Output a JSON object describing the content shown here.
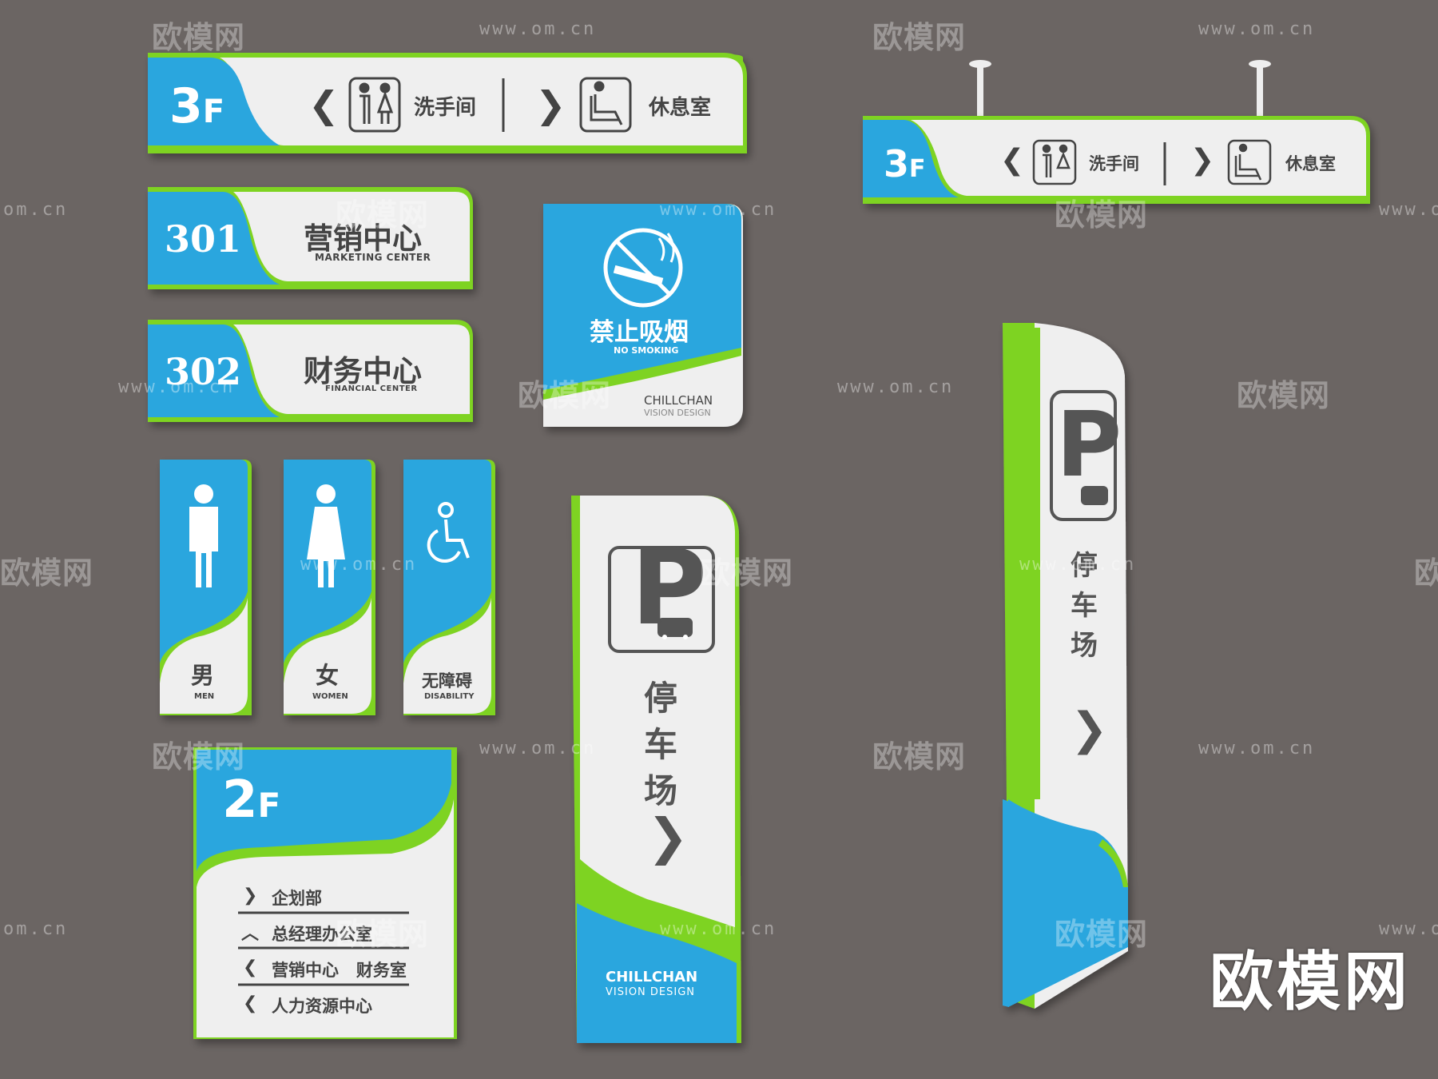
{
  "colors": {
    "background": "#6b6563",
    "blue": "#2ba6de",
    "green": "#7ed321",
    "white": "#eeeeee",
    "text": "#444444"
  },
  "watermark": {
    "logo_text": "欧模网",
    "url_text": "www.om.cn",
    "url_short": "om.cn",
    "big_brand": "欧模网"
  },
  "sign_3f_large": {
    "floor_prefix": "3",
    "floor_suffix": "F",
    "left_arrow": "❮",
    "restroom_label": "洗手间",
    "right_arrow": "❯",
    "lounge_label": "休息室",
    "restroom_icon": "restroom-icon",
    "lounge_icon": "seat-icon"
  },
  "sign_3f_hanging": {
    "floor_prefix": "3",
    "floor_suffix": "F",
    "left_arrow": "❮",
    "restroom_label": "洗手间",
    "right_arrow": "❯",
    "lounge_label": "休息室"
  },
  "room_301": {
    "number": "301",
    "title_cn": "营销中心",
    "title_en": "MARKETING CENTER"
  },
  "room_302": {
    "number": "302",
    "title_cn": "财务中心",
    "title_en": "FINANCIAL CENTER"
  },
  "no_smoking": {
    "title_cn": "禁止吸烟",
    "title_en": "NO SMOKING",
    "brand": "CHILLCHAN",
    "brand_sub": "VISION DESIGN",
    "icon": "no-smoking-icon"
  },
  "toilets": [
    {
      "cn": "男",
      "en": "MEN",
      "icon": "man-icon"
    },
    {
      "cn": "女",
      "en": "WOMEN",
      "icon": "woman-icon"
    },
    {
      "cn": "无障碍",
      "en": "DISABILITY",
      "icon": "wheelchair-icon"
    }
  ],
  "directory_2f": {
    "floor_prefix": "2",
    "floor_suffix": "F",
    "rows": [
      {
        "arrow": "❯",
        "text": "企划部"
      },
      {
        "arrow": "︿",
        "text": "总经理办公室"
      },
      {
        "arrow": "❮",
        "text": "营销中心   财务室"
      },
      {
        "arrow": "❮",
        "text": "人力资源中心"
      }
    ]
  },
  "parking_sign": {
    "p_letter": "P",
    "chars": [
      "停",
      "车",
      "场"
    ],
    "arrow": "❯",
    "brand": "CHILLCHAN",
    "brand_sub": "VISION DESIGN"
  },
  "parking_pylon": {
    "p_letter": "P",
    "chars": [
      "停",
      "车",
      "场"
    ],
    "arrow": "❯"
  }
}
